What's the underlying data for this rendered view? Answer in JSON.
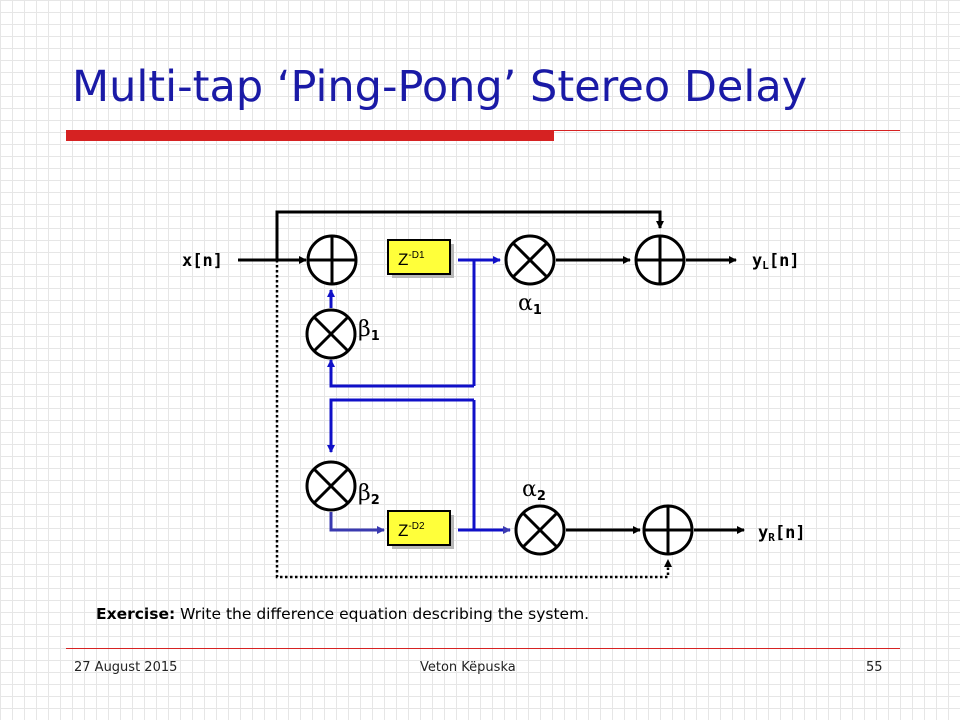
{
  "slide": {
    "title": "Multi-tap ‘Ping-Pong’ Stereo Delay"
  },
  "diagram": {
    "input_label": "x[n]",
    "output_left": {
      "base": "y",
      "sub": "L",
      "suffix": "[n]"
    },
    "output_right": {
      "base": "y",
      "sub": "R",
      "suffix": "[n]"
    },
    "delay1": {
      "base": "Z",
      "sup": "-D1"
    },
    "delay2": {
      "base": "Z",
      "sup": "-D2"
    },
    "alpha1": {
      "symbol": "α",
      "sub": "1"
    },
    "alpha2": {
      "symbol": "α",
      "sub": "2"
    },
    "beta1": {
      "symbol": "β",
      "sub": "1"
    },
    "beta2": {
      "symbol": "β",
      "sub": "2"
    },
    "colors": {
      "feedback": "#1010c8",
      "delay_fill": "#ffff3a",
      "signal": "#000000",
      "accent": "#d62222",
      "title": "#1a1aa6"
    }
  },
  "exercise": {
    "label": "Exercise:",
    "text": " Write the difference equation describing the system."
  },
  "footer": {
    "date": "27 August 2015",
    "author": "Veton Këpuska",
    "page": "55"
  }
}
